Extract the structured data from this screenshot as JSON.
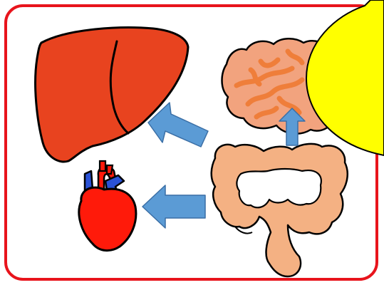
{
  "diagram": {
    "frame_color": "#e8141c",
    "arrow_color": "#5b9bd5",
    "callout_color": "#ffff00",
    "organs": [
      {
        "id": "liver",
        "icon": "liver-icon",
        "color": "#e8431f"
      },
      {
        "id": "heart",
        "icon": "heart-icon",
        "color": "#ff1a0a",
        "vessel_color": "#2a52d6"
      },
      {
        "id": "brain",
        "icon": "brain-icon",
        "color": "#f2a37e",
        "fold_color": "#ef7e3a"
      },
      {
        "id": "intestine",
        "icon": "intestine-icon",
        "color": "#f4b183"
      }
    ],
    "connections": [
      {
        "from": "intestine",
        "to": "liver"
      },
      {
        "from": "intestine",
        "to": "heart"
      },
      {
        "from": "intestine",
        "to": "brain"
      }
    ]
  }
}
